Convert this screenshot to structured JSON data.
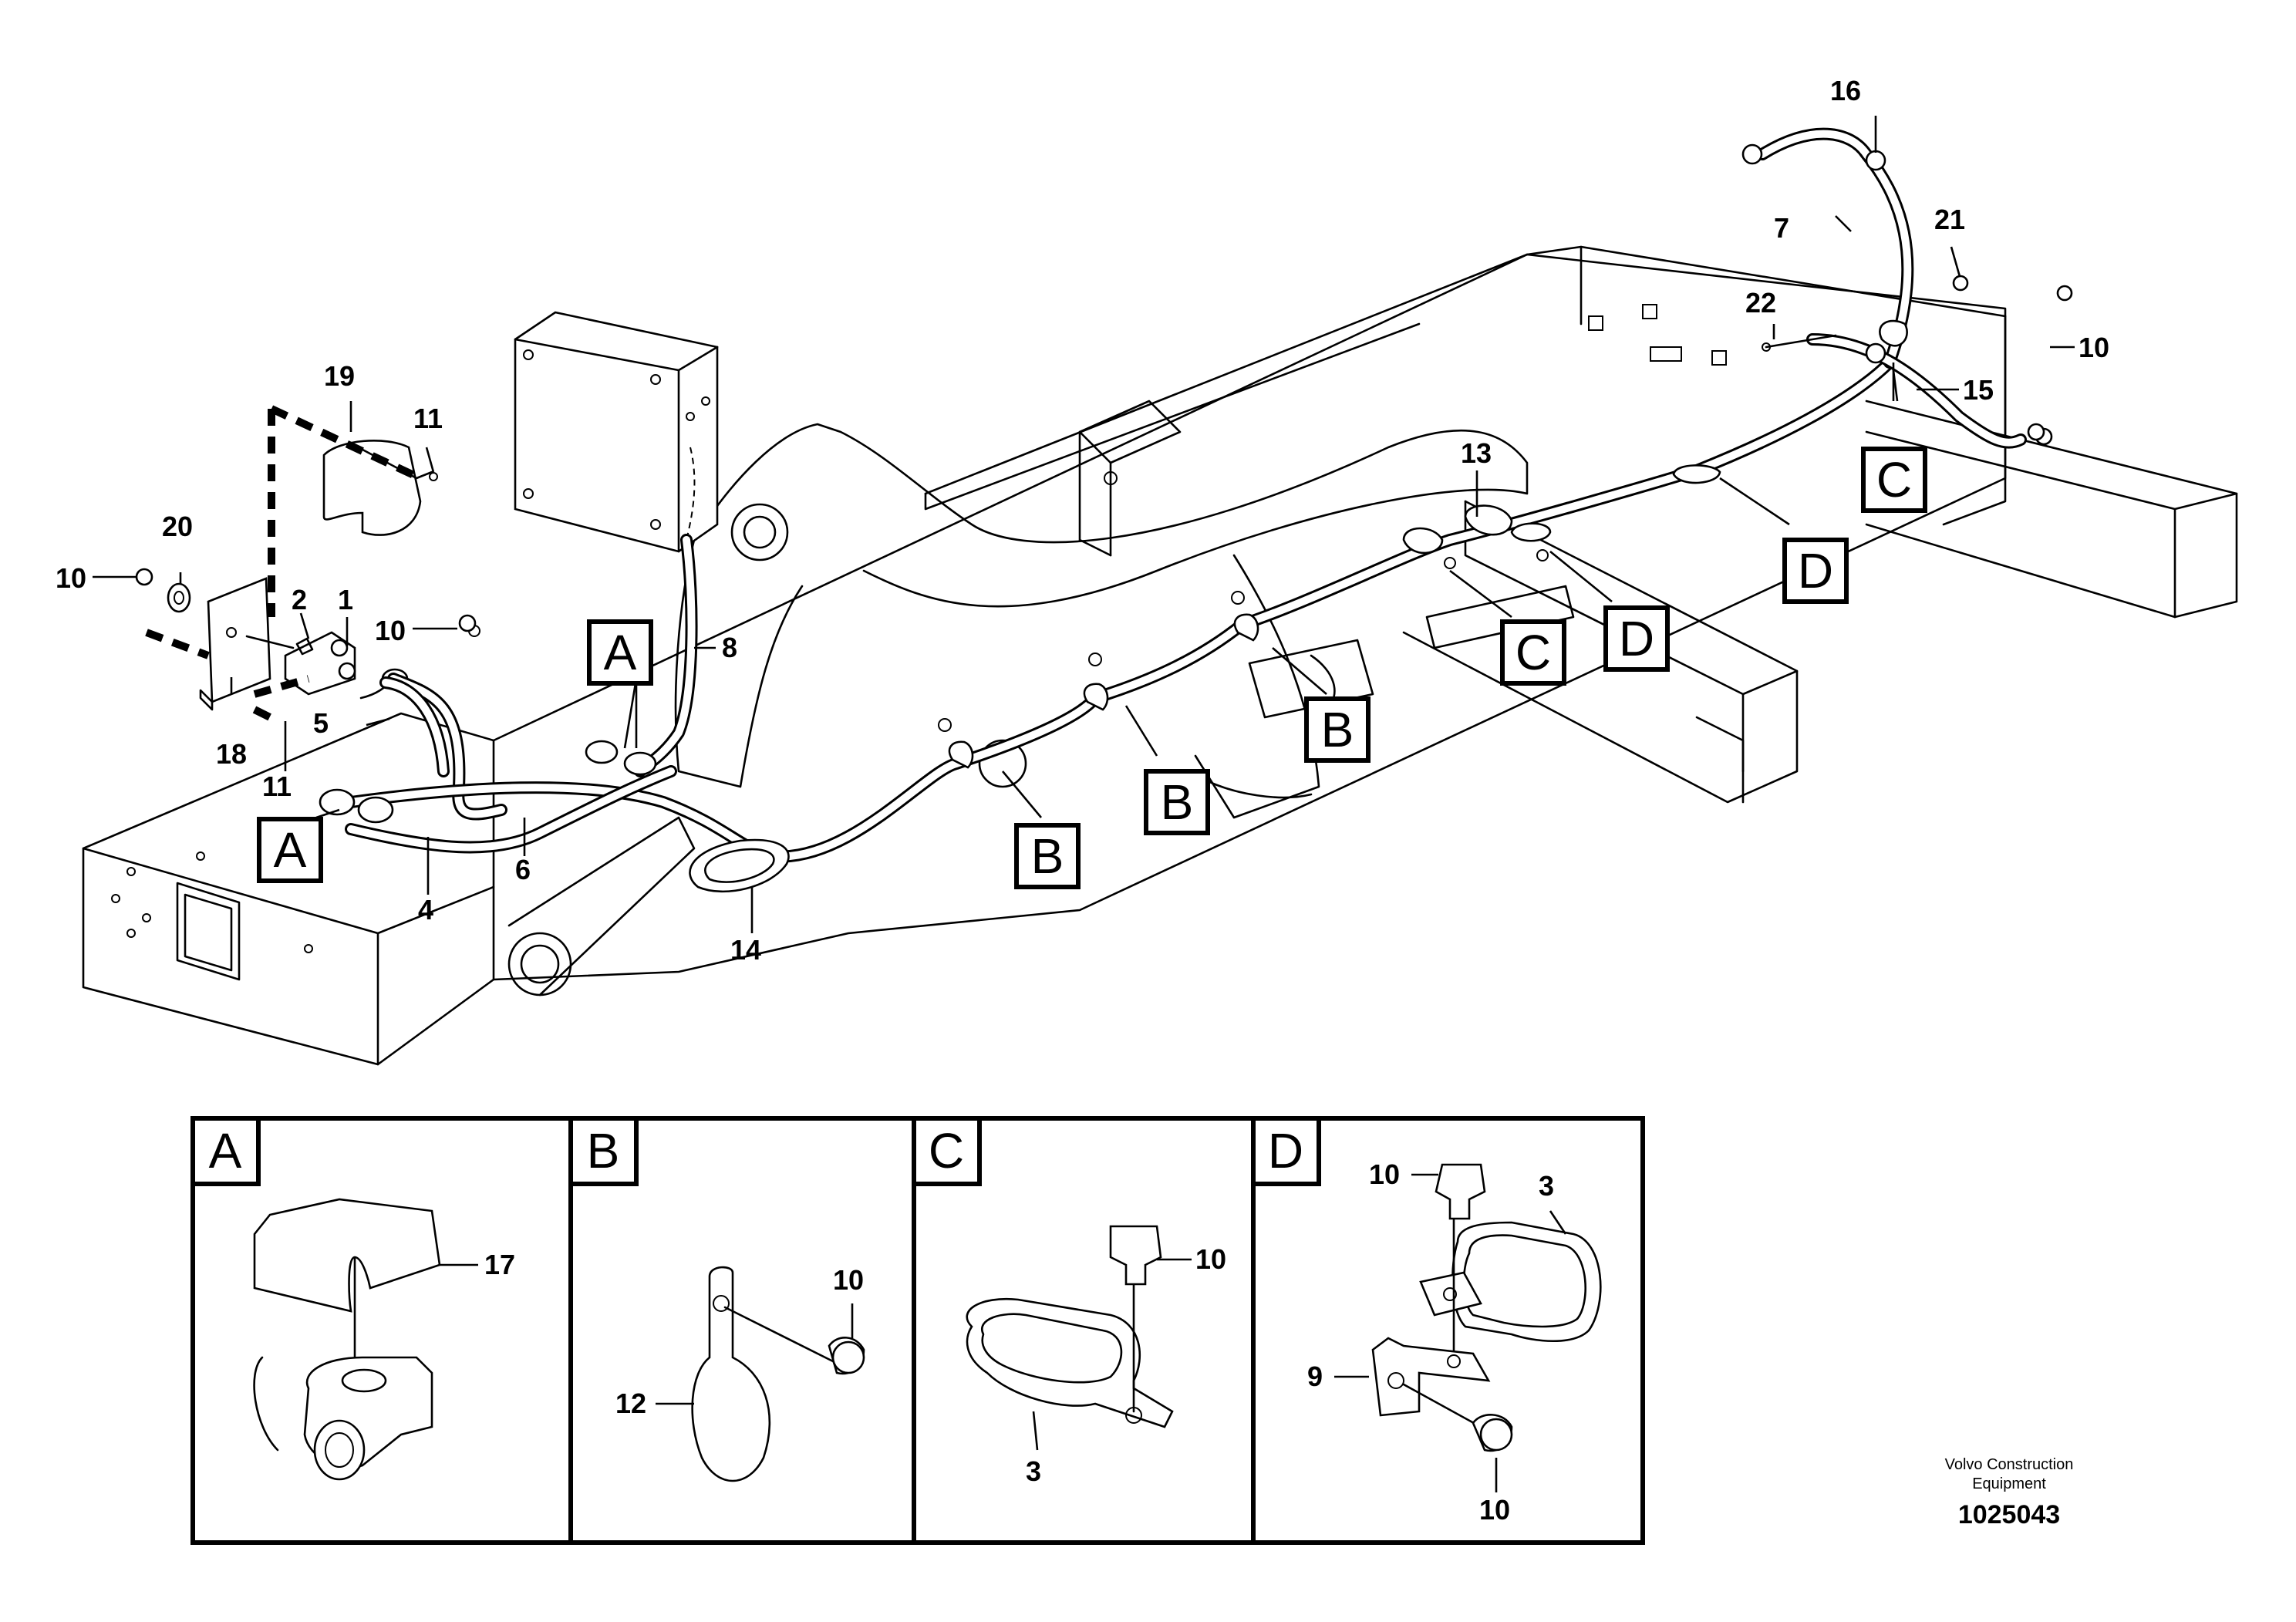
{
  "part_numbers": {
    "p1": "1",
    "p2": "2",
    "p3": "3",
    "p4": "4",
    "p5": "5",
    "p6": "6",
    "p7": "7",
    "p8": "8",
    "p9": "9",
    "p10": "10",
    "p11": "11",
    "p12": "12",
    "p13": "13",
    "p14": "14",
    "p15": "15",
    "p16": "16",
    "p17": "17",
    "p18": "18",
    "p19": "19",
    "p20": "20",
    "p21": "21",
    "p22": "22"
  },
  "detail_refs": {
    "a": "A",
    "b": "B",
    "c": "C",
    "d": "D"
  },
  "detail_panels": [
    "A",
    "B",
    "C",
    "D"
  ],
  "credit": {
    "line1": "Volvo Construction",
    "line2": "Equipment"
  },
  "doc_number": "1025043"
}
